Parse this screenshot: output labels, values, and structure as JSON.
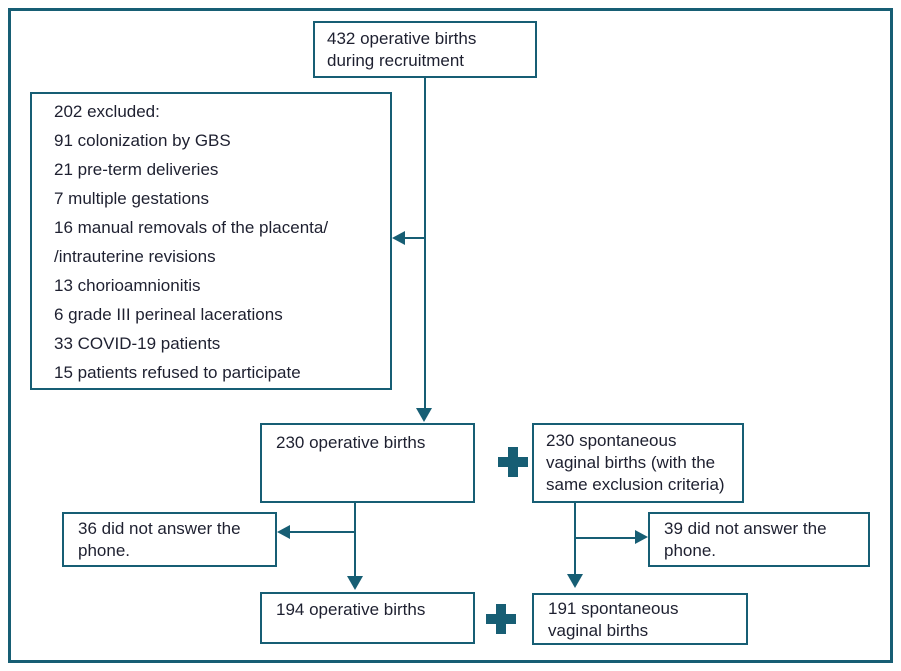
{
  "meta": {
    "accent_color": "#175e74",
    "text_color": "#1e2030",
    "background_color": "#ffffff"
  },
  "flowchart": {
    "recruitment_box": {
      "lines": [
        "432 operative births",
        "during recruitment"
      ]
    },
    "excluded_box": {
      "lines": [
        "202 excluded:",
        "91 colonization by GBS",
        "21 pre-term deliveries",
        "7 multiple gestations",
        "16 manual removals of the placenta/",
        "/intrauterine revisions",
        "13 chorioamnionitis",
        "6 grade III perineal lacerations",
        "33 COVID-19 patients",
        "15 patients refused to participate"
      ]
    },
    "operative_230_box": {
      "lines": [
        "230 operative births"
      ]
    },
    "spontaneous_230_box": {
      "lines": [
        "230 spontaneous",
        "vaginal births (with the",
        "same exclusion criteria)"
      ]
    },
    "no_answer_36_box": {
      "lines": [
        "36 did not answer the",
        "phone."
      ]
    },
    "no_answer_39_box": {
      "lines": [
        "39 did not answer the",
        "phone."
      ]
    },
    "operative_194_box": {
      "lines": [
        "194 operative births"
      ]
    },
    "spontaneous_191_box": {
      "lines": [
        "191 spontaneous",
        "vaginal births"
      ]
    },
    "icons": {
      "combine_mid": "plus-icon",
      "combine_bottom": "plus-icon"
    }
  }
}
